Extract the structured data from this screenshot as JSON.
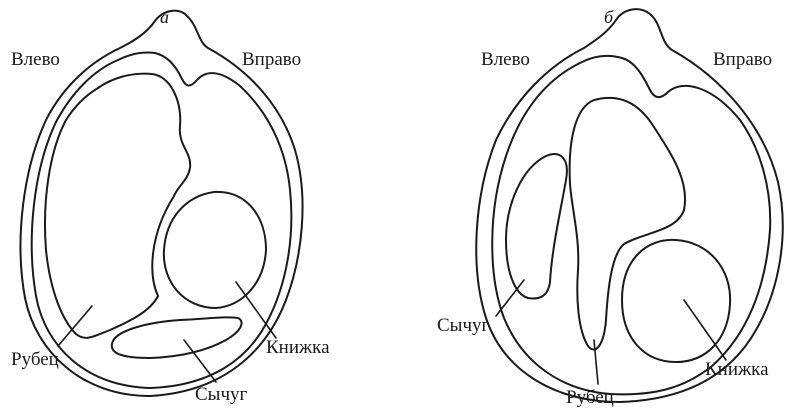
{
  "panels": [
    {
      "letter": "a",
      "left_label": "Влево",
      "right_label": "Вправо",
      "parts": [
        "Рубец",
        "Сычуг",
        "Книжка"
      ]
    },
    {
      "letter": "б",
      "left_label": "Влево",
      "right_label": "Вправо",
      "parts": [
        "Сычуг",
        "Рубец",
        "Книжка"
      ]
    }
  ]
}
